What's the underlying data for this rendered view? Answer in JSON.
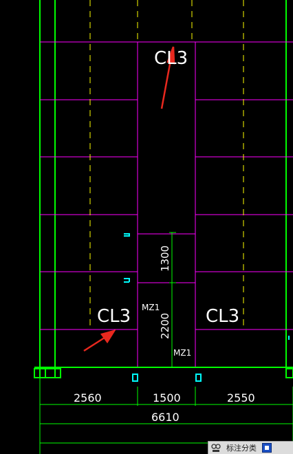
{
  "drawing": {
    "labels": {
      "beam_top": "CL3",
      "beam_left": "CL3",
      "beam_right": "CL3",
      "door_upper": "MZ1",
      "door_lower": "MZ1"
    },
    "vertical_dims": {
      "upper": "1300",
      "lower": "2200"
    },
    "horizontal_dims": {
      "left": "2560",
      "middle": "1500",
      "right": "2550",
      "total": "6610"
    },
    "colors": {
      "background": "#000000",
      "wall_green": "#00ff00",
      "grid_magenta": "#ff00ff",
      "axis_yellow": "#ffff00",
      "text_white": "#ffffff",
      "marker_cyan": "#00ffff",
      "arrow_red": "#e8281e"
    }
  },
  "statusbar": {
    "icon": "annotation-icon",
    "label": "标注分类",
    "toggle_color": "#1a4fc4"
  }
}
